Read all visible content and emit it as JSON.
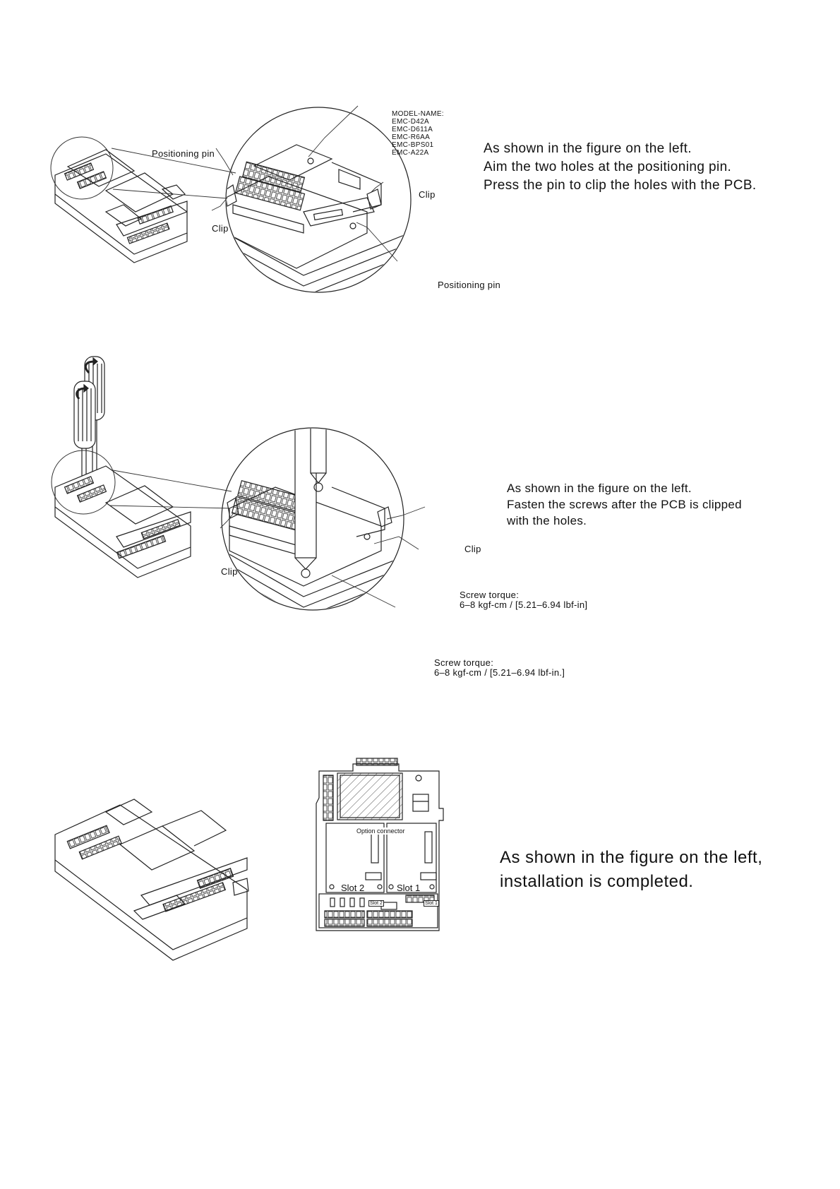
{
  "step1": {
    "model_name": [
      "MODEL-NAME:",
      "EMC-D42A",
      "EMC-D611A",
      "EMC-R6AA",
      "EMC-BPS01",
      "EMC-A22A"
    ],
    "label_positioning_pin_top": "Positioning pin",
    "label_positioning_pin_bottom": "Positioning pin",
    "label_clip_left": "Clip",
    "label_clip_right": "Clip",
    "instructions": [
      "As shown in the figure on the left.",
      "Aim the two holes at the positioning pin.",
      "Press the pin to clip the holes with the PCB."
    ]
  },
  "step2": {
    "label_clip_left": "Clip",
    "label_clip_right": "Clip",
    "torque_right": [
      "Screw torque:",
      "6–8 kgf-cm / [5.21–6.94 lbf-in]"
    ],
    "torque_bottom": [
      "Screw torque:",
      "6–8 kgf-cm / [5.21–6.94 lbf-in.]"
    ],
    "instructions": [
      "As shown in the figure on the left.",
      "Fasten the screws after the PCB is clipped",
      "with the holes."
    ]
  },
  "step3": {
    "option_connector": "Option connector",
    "slot2": "Slot 2",
    "slot1": "Slot 1",
    "slot2_tag": "Slot 2",
    "slot1_tag": "Slot 1",
    "instructions": [
      "As shown in the figure on the left,",
      "installation is completed."
    ]
  }
}
